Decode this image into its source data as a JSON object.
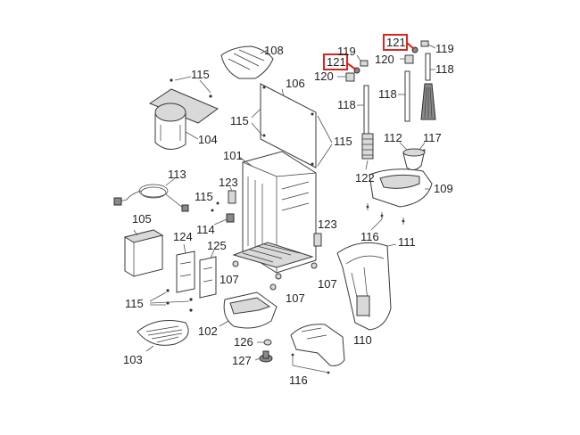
{
  "labels": {
    "p108": "108",
    "p115a": "115",
    "p106": "106",
    "p104": "104",
    "p115b": "115",
    "p115c": "115",
    "p101": "101",
    "p113": "113",
    "p115d": "115",
    "p123a": "123",
    "p105": "105",
    "p114": "114",
    "p124": "124",
    "p125": "125",
    "p107a": "107",
    "p107b": "107",
    "p107c": "107",
    "p123b": "123",
    "p115e": "115",
    "p102": "102",
    "p103": "103",
    "p126": "126",
    "p127": "127",
    "p110": "110",
    "p116a": "116",
    "p116b": "116",
    "p111": "111",
    "p109": "109",
    "p122": "122",
    "p112": "112",
    "p117": "117",
    "p118a": "118",
    "p118b": "118",
    "p118c": "118",
    "p119a": "119",
    "p119b": "119",
    "p120a": "120",
    "p120b": "120",
    "p121a": "121",
    "p121b": "121"
  },
  "highlight_color": "#d9261c"
}
